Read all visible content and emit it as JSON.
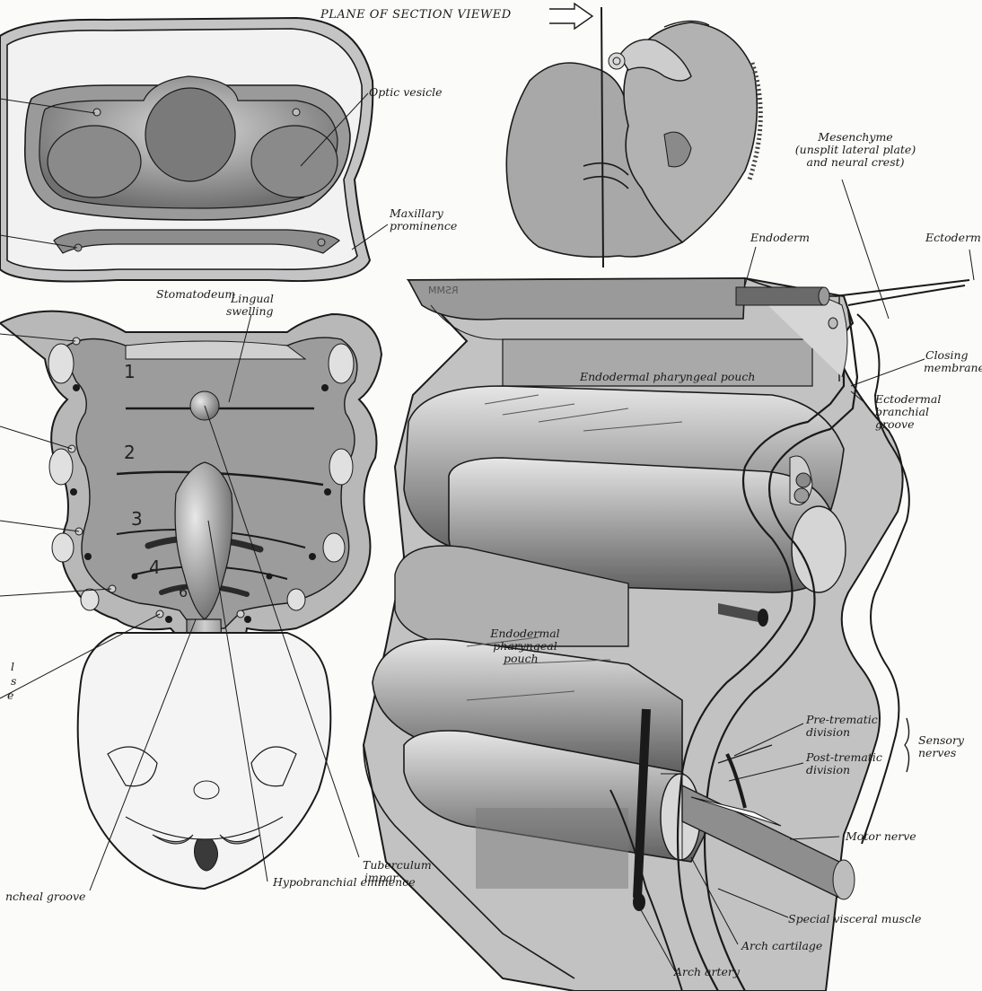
{
  "labels": {
    "plane_of_section": "PLANE OF SECTION VIEWED",
    "optic_vesicle": "Optic vesicle",
    "maxillary_1": "Maxillary",
    "maxillary_2": "prominence",
    "stomatodeum": "Stomatodeum",
    "lingual_1": "Lingual",
    "lingual_2": "swelling",
    "tuberculum_1": "Tuberculum",
    "tuberculum_2": "impar",
    "hypobranchial": "Hypobranchial eminence",
    "branchial_groove_cut": "ncheal groove",
    "cut_l": "l",
    "cut_s": "s",
    "cut_e": "e",
    "mesenchyme_1": "Mesenchyme",
    "mesenchyme_2": "(unsplit lateral plate)",
    "mesenchyme_3": "and neural crest)",
    "endoderm": "Endoderm",
    "ectoderm": "Ectoderm",
    "closing_1": "Closing",
    "closing_2": "membrane",
    "ecto_groove_1": "Ectodermal",
    "ecto_groove_2": "branchial",
    "ecto_groove_3": "groove",
    "endo_pouch_top": "Endodermal pharyngeal pouch",
    "endo_pouch_mid_1": "Endodermal",
    "endo_pouch_mid_2": "pharyngeal",
    "endo_pouch_mid_3": "pouch",
    "pretrematic_1": "Pre-trematic",
    "pretrematic_2": "division",
    "posttrematic_1": "Post-trematic",
    "posttrematic_2": "division",
    "sensory_1": "Sensory",
    "sensory_2": "nerves",
    "motor_nerve": "Motor nerve",
    "special_visceral": "Special visceral muscle",
    "arch_cartilage": "Arch cartilage",
    "arch_artery": "Arch artery",
    "watermark": "RSMM"
  },
  "arch_numbers": [
    "1",
    "2",
    "3",
    "4",
    "6"
  ],
  "colors": {
    "ink": "#1a1a1a",
    "tissue": "#b9b9b9",
    "tissue_dark": "#7d7d7d",
    "background": "#fbfbfa"
  }
}
